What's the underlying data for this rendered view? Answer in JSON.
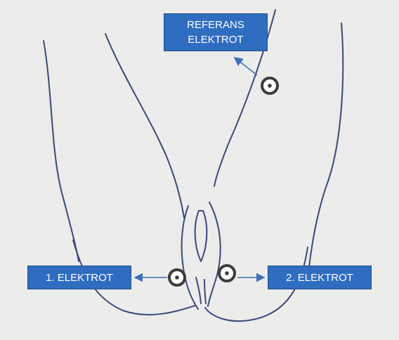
{
  "labels": {
    "reference": {
      "line1": "REFERANS",
      "line2": "ELEKTROT"
    },
    "first": "1. ELEKTROT",
    "second": "2. ELEKTROT"
  },
  "colors": {
    "label_fill": "#2f6dc0",
    "label_text": "#ffffff",
    "ink": "#3a4a7a",
    "arrow": "#3f6fb8",
    "paper": "#ececea"
  },
  "icons": {
    "electrode": "circle-with-dot"
  }
}
